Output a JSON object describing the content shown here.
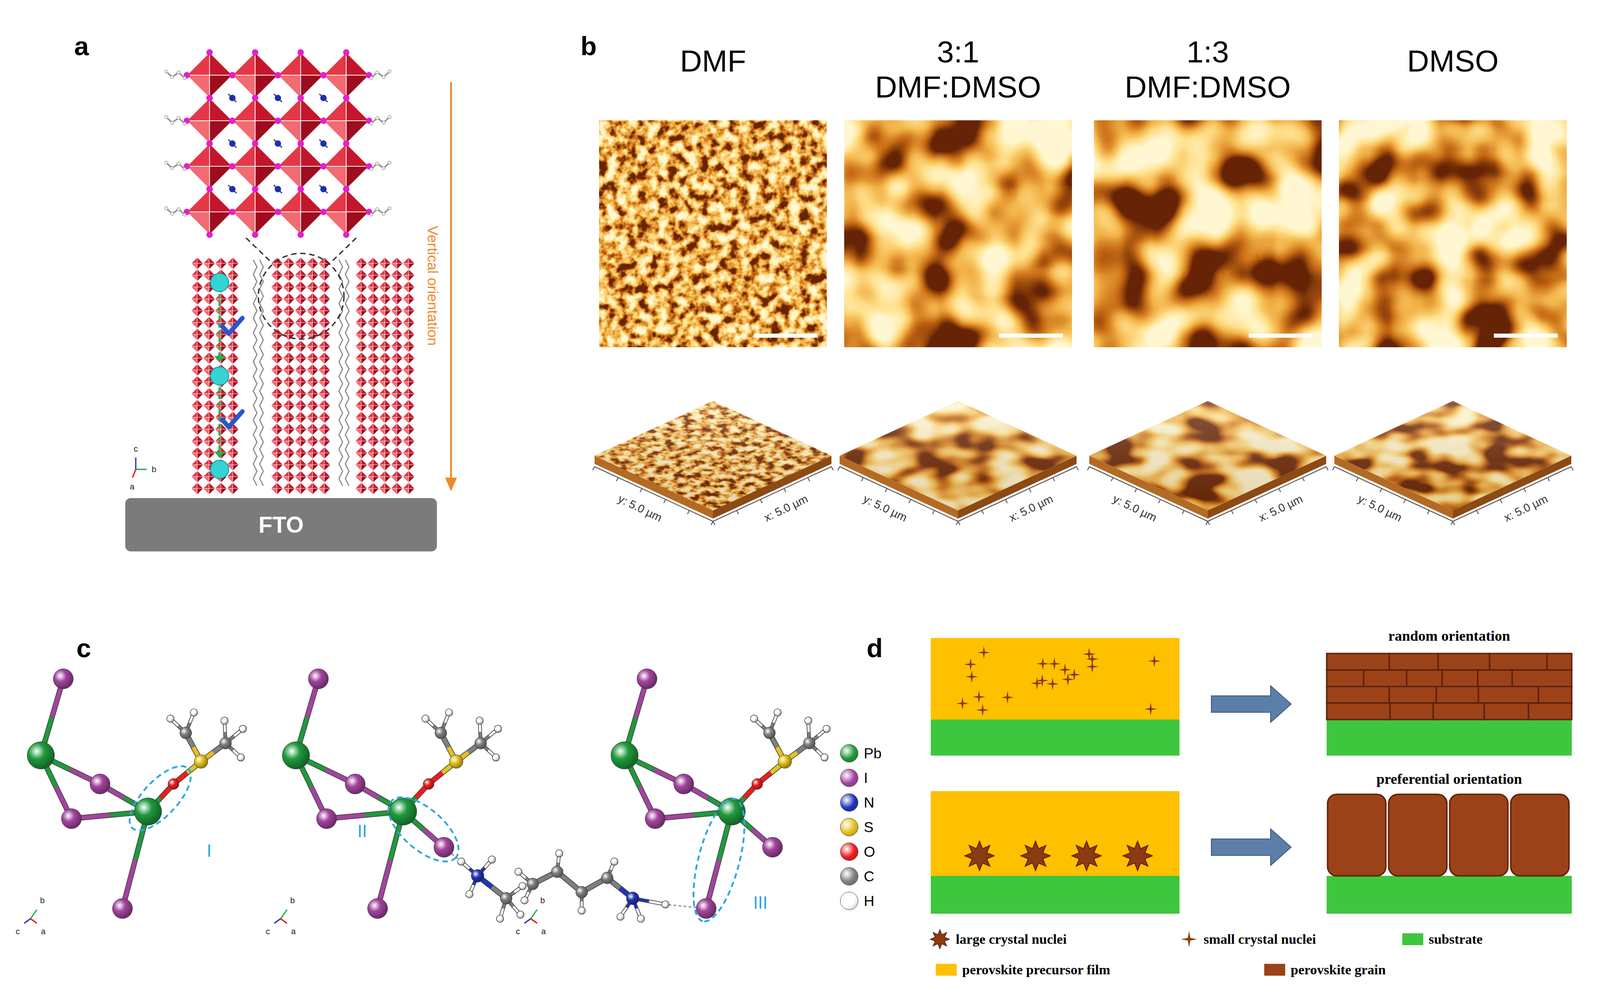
{
  "diagram": {
    "nodes": [
      {
        "text": [
          "FTO"
        ]
      }
    ],
    "labels": [
      "a",
      "b",
      "c",
      "d",
      "Vertical orientation",
      "DMF",
      "3:1 DMF:DMSO",
      "1:3 DMF:DMSO",
      "DMSO",
      "y: 5.0 µm",
      "x: 5.0 µm",
      "y: 5.0 µm",
      "x: 5.0 µm",
      "y: 5.0 µm",
      "x: 5.0 µm",
      "y: 5.0 µm",
      "x: 5.0 µm",
      "I",
      "II",
      "III",
      "random orientation",
      "preferential orientation",
      "c",
      "b",
      "a",
      "b",
      "c",
      "a",
      "b",
      "c",
      "a",
      "b",
      "c",
      "a"
    ],
    "legend": [
      {
        "text": "Pb",
        "color": "#1f9a3c"
      },
      {
        "text": "I",
        "color": "#a3449e"
      },
      {
        "text": "N",
        "color": "#2233bb"
      },
      {
        "text": "S",
        "color": "#e5c21c"
      },
      {
        "text": "O",
        "color": "#ee1c1c"
      },
      {
        "text": "C",
        "color": "#808080"
      },
      {
        "text": "H",
        "color": "#ffffff"
      },
      {
        "text": "large crystal nuclei"
      },
      {
        "text": "small crystal nuclei"
      },
      {
        "text": "substrate",
        "color": "#3ec63e"
      },
      {
        "text": "perovskite precursor film",
        "color": "#ffc000"
      },
      {
        "text": "perovskite grain",
        "color": "#9c4218"
      }
    ]
  }
}
